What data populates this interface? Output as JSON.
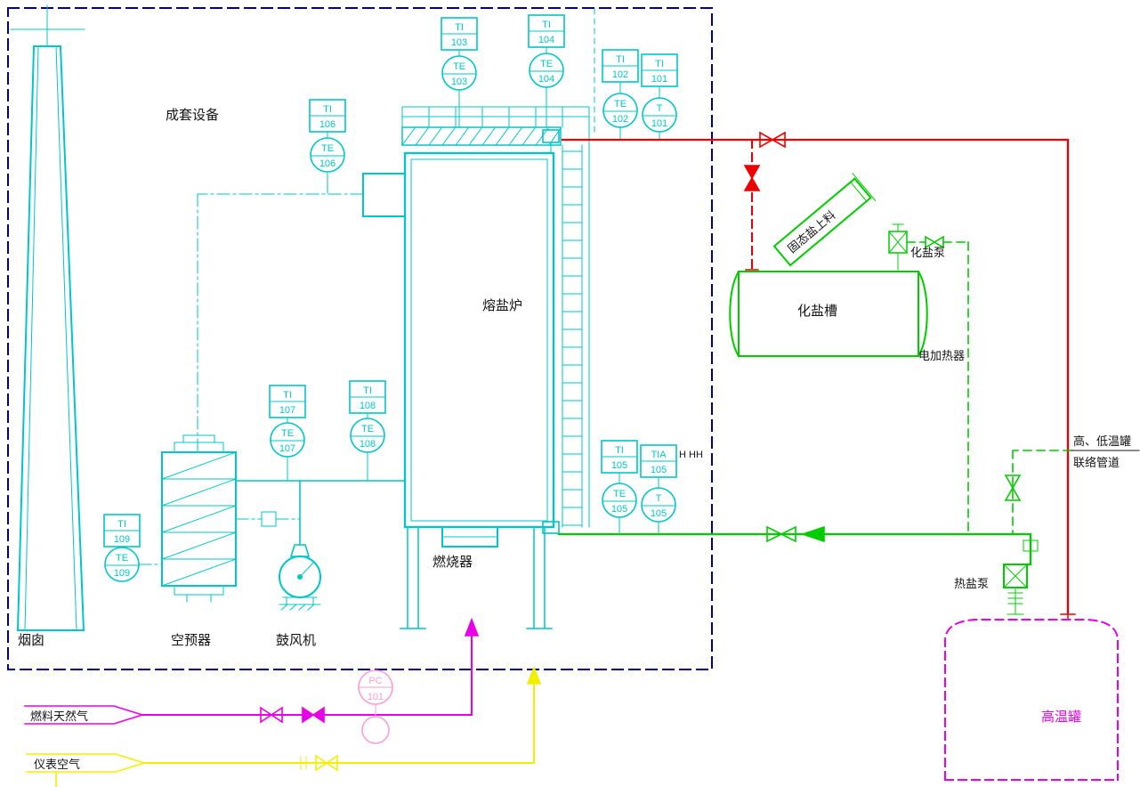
{
  "colors": {
    "cyan": "#00c7c7",
    "navy": "#000082",
    "green": "#00cc00",
    "red": "#ee0000",
    "magenta": "#e800e8",
    "yellow": "#f0f000",
    "pink": "#ff9cd6",
    "ink": "#141414",
    "bg": "#ffffff"
  },
  "labels": {
    "assembly": "成套设备",
    "furnace": "熔盐炉",
    "chimney": "烟囱",
    "air_preheater": "空预器",
    "blower": "鼓风机",
    "burner": "燃烧器",
    "solid_salt_feed": "固态盐上料",
    "salt_melt_tank": "化盐槽",
    "salt_melt_pump": "化盐泵",
    "electric_heater": "电加热器",
    "hot_salt_pump": "热盐泵",
    "high_temp_tank": "高温罐",
    "link_pipe_line1": "高、低温罐",
    "link_pipe_line2": "联络管道",
    "fuel_gas": "燃料天然气",
    "instrument_air": "仪表空气",
    "alarm_flags": "H HH"
  },
  "controller": {
    "line1": "PC",
    "line2": "101"
  },
  "instruments": [
    {
      "box": {
        "line1": "TI",
        "line2": "103"
      },
      "bubble": {
        "line1": "TE",
        "line2": "103"
      }
    },
    {
      "box": {
        "line1": "TI",
        "line2": "104"
      },
      "bubble": {
        "line1": "TE",
        "line2": "104"
      }
    },
    {
      "box": {
        "line1": "TI",
        "line2": "102"
      },
      "bubble": {
        "line1": "TE",
        "line2": "102"
      }
    },
    {
      "box": {
        "line1": "TI",
        "line2": "101"
      },
      "bubble": {
        "line1": "T",
        "line2": "101"
      }
    },
    {
      "box": {
        "line1": "TI",
        "line2": "106"
      },
      "bubble": {
        "line1": "TE",
        "line2": "106"
      }
    },
    {
      "box": {
        "line1": "TI",
        "line2": "107"
      },
      "bubble": {
        "line1": "TE",
        "line2": "107"
      }
    },
    {
      "box": {
        "line1": "TI",
        "line2": "108"
      },
      "bubble": {
        "line1": "TE",
        "line2": "108"
      }
    },
    {
      "box": {
        "line1": "TI",
        "line2": "109"
      },
      "bubble": {
        "line1": "TE",
        "line2": "109"
      }
    },
    {
      "box": {
        "line1": "TI",
        "line2": "105"
      },
      "bubble": {
        "line1": "TE",
        "line2": "105"
      }
    },
    {
      "box": {
        "line1": "TIA",
        "line2": "105"
      },
      "bubble": {
        "line1": "T",
        "line2": "105"
      }
    }
  ]
}
